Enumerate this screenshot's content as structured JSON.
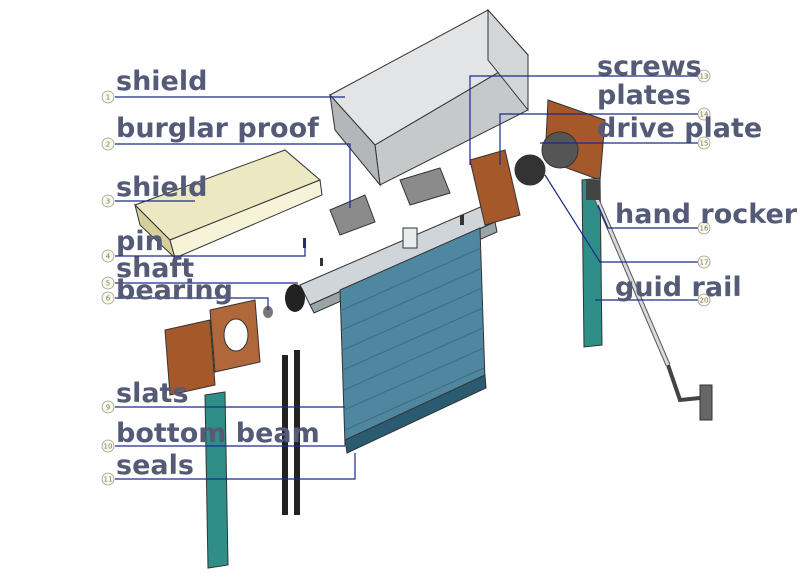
{
  "labels": {
    "shield_top": "shield",
    "burglar_proof": "burglar proof",
    "shield_front": "shield",
    "pin": "pin",
    "shaft": "shaft",
    "bearing": "bearing",
    "slats": "slats",
    "bottom_beam": "bottom beam",
    "seals": "seals",
    "screws": "screws",
    "plates": "plates",
    "drive_plate": "drive plate",
    "hand_rocker": "hand rocker",
    "guid_rail": "guid rail"
  },
  "callout_numbers": {
    "shield_top": "1",
    "burglar_proof": "2",
    "shield_front": "3",
    "pin": "4",
    "shaft": "5",
    "bearing": "6",
    "slats": "9",
    "bottom_beam": "10",
    "seals": "11",
    "screws": "13",
    "plates": "14",
    "drive_plate": "15",
    "hand_rocker": "16",
    "unlabeled": "17",
    "guid_rail": "20"
  },
  "colors": {
    "label_text": "#555a77",
    "leader_line": "#1a2a8a",
    "box_metal": "#c9cbcc",
    "slat_blue": "#4f86a0",
    "rail_teal": "#2f8f88",
    "bracket_brown": "#a5582a",
    "brush_gray": "#8b8b8b"
  }
}
